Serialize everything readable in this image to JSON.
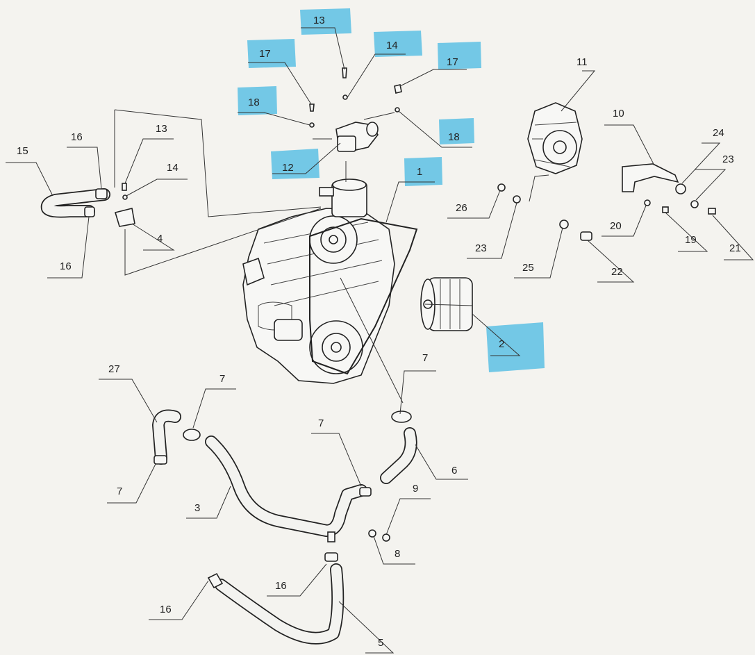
{
  "callouts": {
    "c13_top": "13",
    "c17_left": "17",
    "c14_top": "14",
    "c17_right": "17",
    "c18_left": "18",
    "c18_right": "18",
    "c12": "12",
    "c1": "1",
    "c2": "2",
    "c11": "11",
    "c10": "10",
    "c24": "24",
    "c23_right": "23",
    "c26": "26",
    "c23_mid": "23",
    "c25": "25",
    "c22": "22",
    "c20": "20",
    "c19": "19",
    "c21": "21",
    "c15": "15",
    "c16_a": "16",
    "c13_left": "13",
    "c14_left": "14",
    "c4": "4",
    "c16_b": "16",
    "c27": "27",
    "c7_a": "7",
    "c7_b": "7",
    "c7_c": "7",
    "c7_d": "7",
    "c6": "6",
    "c9": "9",
    "c8": "8",
    "c3": "3",
    "c16_c": "16",
    "c16_d": "16",
    "c5": "5"
  },
  "highlighted": [
    "13",
    "14",
    "17",
    "17",
    "18",
    "18",
    "12",
    "1",
    "2"
  ],
  "colors": {
    "highlight": "#5cc0e4",
    "ink": "#222222",
    "paper": "#f4f3ef"
  }
}
